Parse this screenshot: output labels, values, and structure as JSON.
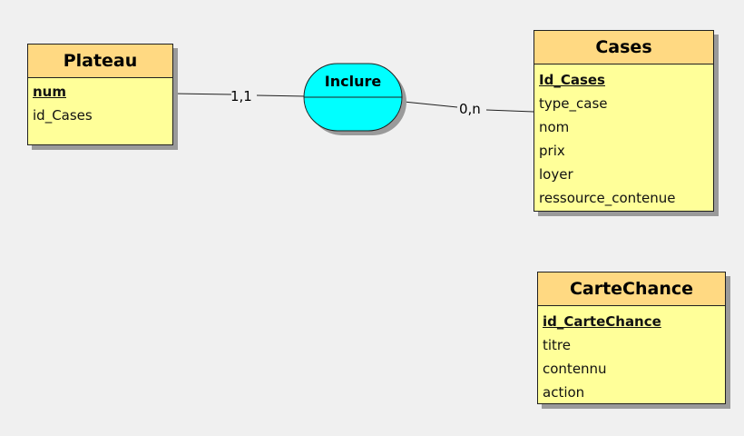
{
  "colors": {
    "background": "#f0f0f0",
    "entity_fill": "#ffff99",
    "entity_header_fill": "#ffd982",
    "association_fill": "#00ffff",
    "border": "#202020",
    "shadow": "#9a9a9a"
  },
  "entities": {
    "plateau": {
      "title": "Plateau",
      "attributes": [
        {
          "name": "num",
          "key": true
        },
        {
          "name": "id_Cases",
          "key": false
        }
      ]
    },
    "cases": {
      "title": "Cases",
      "attributes": [
        {
          "name": "Id_Cases",
          "key": true
        },
        {
          "name": "type_case",
          "key": false
        },
        {
          "name": "nom",
          "key": false
        },
        {
          "name": "prix",
          "key": false
        },
        {
          "name": "loyer",
          "key": false
        },
        {
          "name": "ressource_contenue",
          "key": false
        }
      ]
    },
    "cartechance": {
      "title": "CarteChance",
      "attributes": [
        {
          "name": "id_CarteChance",
          "key": true
        },
        {
          "name": "titre",
          "key": false
        },
        {
          "name": "contennu",
          "key": false
        },
        {
          "name": "action",
          "key": false
        }
      ]
    }
  },
  "association": {
    "name": "Inclure"
  },
  "links": {
    "plateau_cardinality": "1,1",
    "cases_cardinality": "0,n"
  }
}
